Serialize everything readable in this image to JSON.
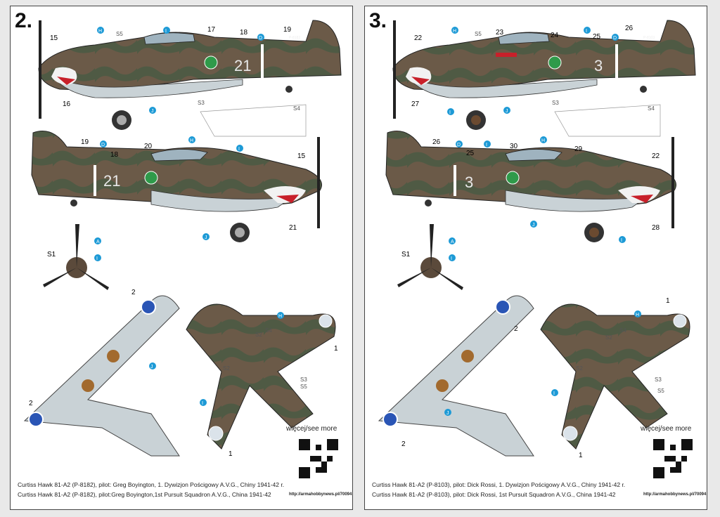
{
  "colors": {
    "camo_brown": "#6b5a48",
    "camo_green": "#4f5a44",
    "underside": "#c9d2d6",
    "marker_blue": "#1d9ad6",
    "shark_red": "#c8202a",
    "roundel_blue": "#2a55b5"
  },
  "left": {
    "number": "2.",
    "tail_code": "P-8182",
    "fuselage_number": "21",
    "callouts": [
      "15",
      "16",
      "17",
      "18",
      "19",
      "20",
      "21",
      "1",
      "2"
    ],
    "stencils": [
      "S1",
      "S2",
      "S3",
      "S4",
      "S5"
    ],
    "markers": [
      "A",
      "D",
      "H",
      "I",
      "J"
    ],
    "see_more": "więcej/see more",
    "caption_pl": "Curtiss Hawk 81-A2 (P-8182), pilot: Greg Boyington, 1. Dywizjon Pościgowy A.V.G., Chiny 1941-42 r.",
    "caption_en": "Curtiss Hawk 81-A2 (P-8182), pilot:Greg Boyington,1st Pursuit Squadron A.V.G., China 1941-42",
    "url": "http://armahobbynews.pl/70094"
  },
  "right": {
    "number": "3.",
    "tail_code": "P-8103",
    "fuselage_number": "3",
    "callouts": [
      "22",
      "23",
      "24",
      "25",
      "26",
      "27",
      "28",
      "29",
      "30",
      "1",
      "2"
    ],
    "stencils": [
      "S1",
      "S2",
      "S3",
      "S4",
      "S5"
    ],
    "markers": [
      "A",
      "D",
      "H",
      "I",
      "J"
    ],
    "see_more": "więcej/see more",
    "caption_pl": "Curtiss Hawk 81-A2 (P-8103), pilot: Dick Rossi, 1. Dywizjon Pościgowy A.V.G., Chiny 1941-42 r.",
    "caption_en": "Curtiss Hawk 81-A2 (P-8103), pilot: Dick Rossi, 1st Pursuit Squadron A.V.G., China 1941-42",
    "url": "http://armahobbynews.pl/70094"
  }
}
